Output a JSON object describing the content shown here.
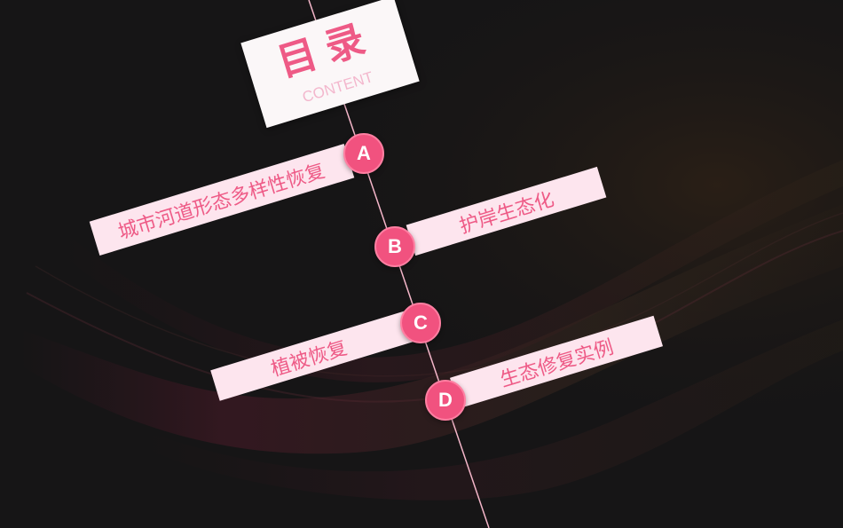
{
  "slide": {
    "title": "目录",
    "subtitle": "CONTENT",
    "accent_color": "#ee5a86",
    "background_color": "#161516"
  },
  "items": [
    {
      "letter": "A",
      "label": "城市河道形态多样性恢复"
    },
    {
      "letter": "B",
      "label": "护岸生态化"
    },
    {
      "letter": "C",
      "label": "植被恢复"
    },
    {
      "letter": "D",
      "label": "生态修复实例"
    }
  ]
}
